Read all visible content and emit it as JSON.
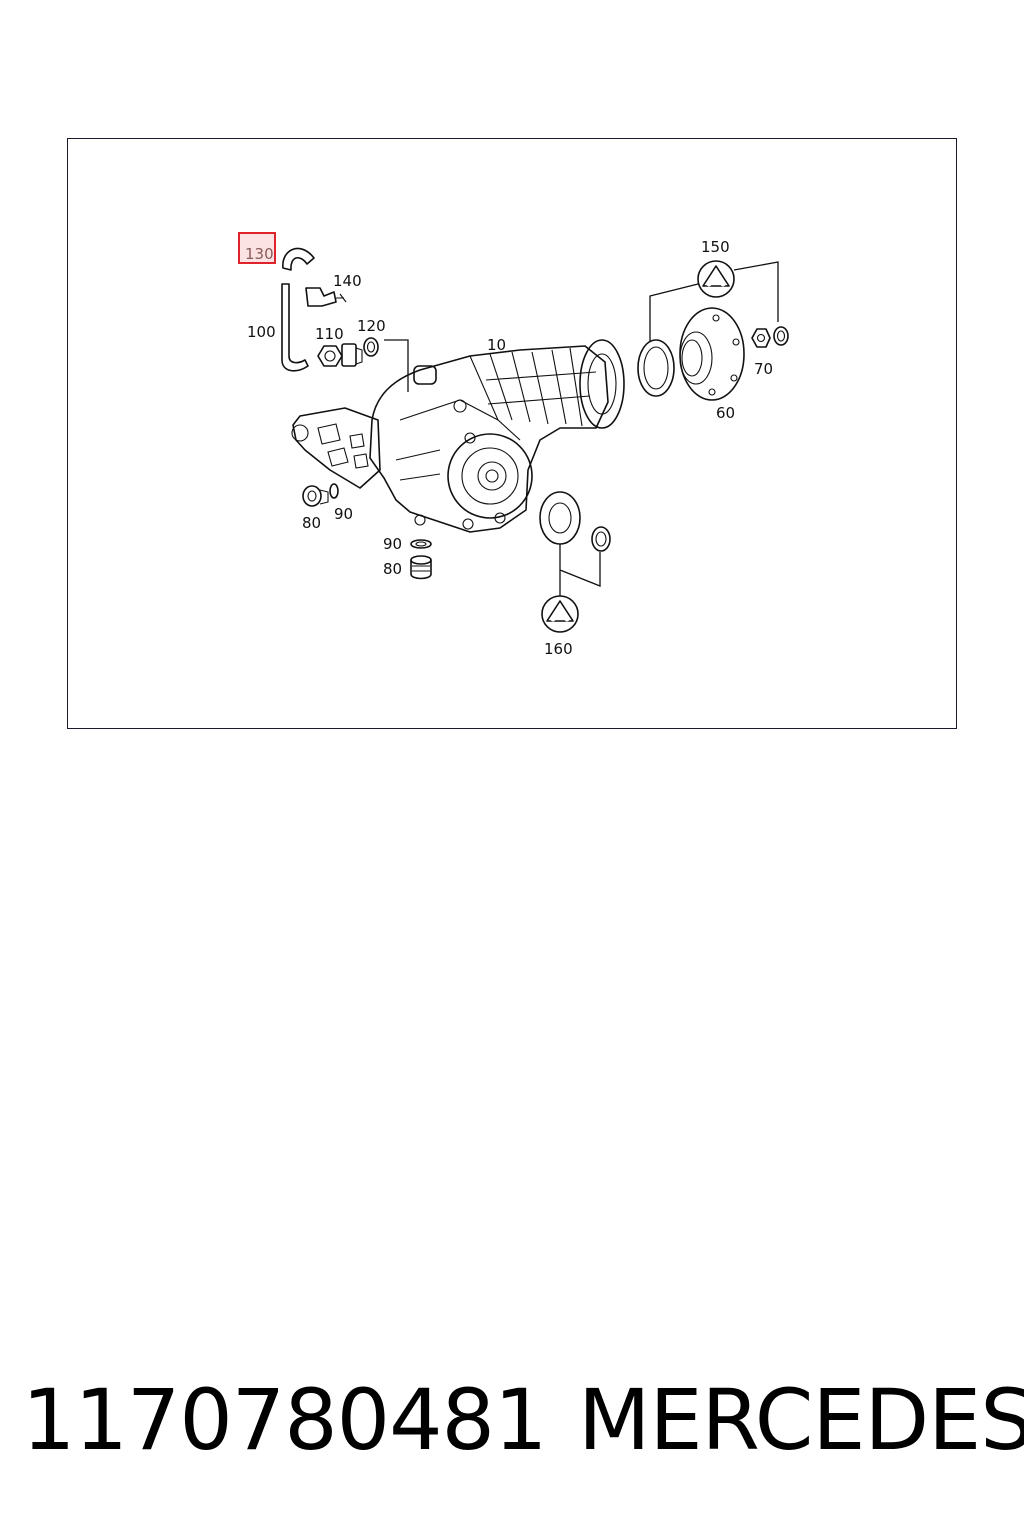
{
  "diagram": {
    "callouts": {
      "c10": "10",
      "c60": "60",
      "c70": "70",
      "c80a": "80",
      "c80b": "80",
      "c90a": "90",
      "c90b": "90",
      "c100": "100",
      "c110": "110",
      "c120": "120",
      "c130": "130",
      "c140": "140",
      "c150": "150",
      "c160": "160"
    },
    "highlighted_callout": "130",
    "highlight_color": "#e0222a"
  },
  "caption": {
    "part_number": "1170780481",
    "brand": "MERCEDES"
  }
}
